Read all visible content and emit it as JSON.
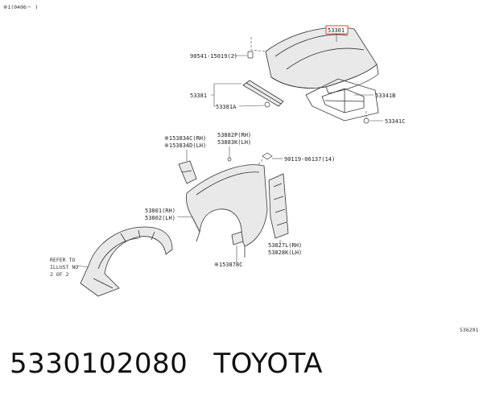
{
  "header_note": "※1(0406－    )",
  "callouts": {
    "hood": "53301",
    "bolt": "90541-15019(2)",
    "seal_set": "53381",
    "seal": "53381A",
    "hood_lock_support": "53341B",
    "cushion": "53341C",
    "bracket_rh": "※153834C(RH)",
    "bracket_lh": "※153834D(LH)",
    "liner_rh": "53882P(RH)",
    "liner_lh": "53883K(LH)",
    "clip": "90119-06137(14)",
    "fender_rh": "53801(RH)",
    "fender_lh": "53802(LH)",
    "protector_rh": "53827L(RH)",
    "protector_lh": "53828K(LH)",
    "stopper": "※153878C"
  },
  "refer_note": [
    "REFER TO",
    "ILLUST NO",
    "2 OF 2"
  ],
  "diagram_id": "536291",
  "part_number": "5330102080",
  "brand": "TOYOTA",
  "colors": {
    "highlight": "#e03030"
  }
}
